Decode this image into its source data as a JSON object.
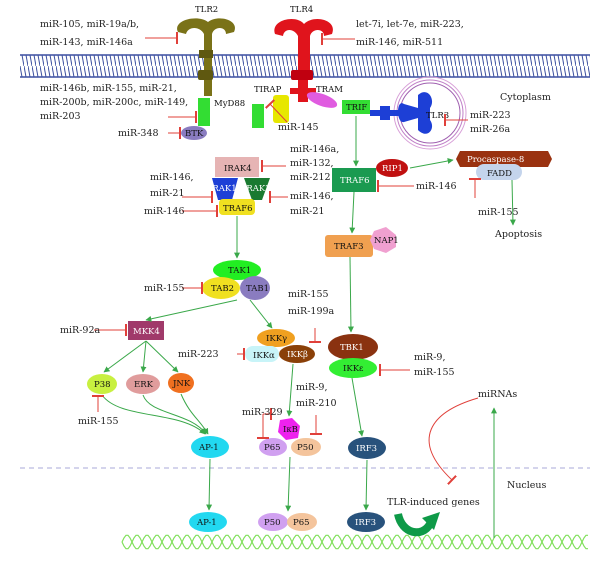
{
  "receptors": {
    "tlr2": "TLR2",
    "tlr4": "TLR4",
    "tlr3": "TLR3"
  },
  "regions": {
    "cytoplasm": "Cytoplasm",
    "nucleus": "Nucleus"
  },
  "mirna_labels": {
    "tlr2_line1": "miR-105, miR-19a/b,",
    "tlr2_line2": "miR-143, miR-146a",
    "tlr4_line1": "let-7i, let-7e, miR-223,",
    "tlr4_line2": "miR-146, miR-511",
    "left_line1": "miR-146b, miR-155, miR-21,",
    "left_line2": "miR-200b, miR-200c, miR-149,",
    "left_line3": "miR-203",
    "btk": "miR-348",
    "tirap_tram": "miR-145",
    "tlr3_line1": "miR-223",
    "tlr3_line2": "miR-26a",
    "irak_left_line1": "miR-146,",
    "irak_left_line2": "miR-21",
    "irak_right_line1": "miR-146a,",
    "irak_right_line2": "miR-132,",
    "irak_right_line3": "miR-212",
    "irak2_line1": "miR-146,",
    "irak2_line2": "miR-21",
    "traf6_left": "miR-146",
    "traf6_right": "miR-146",
    "fadd": "miR-155",
    "tab2": "miR-155",
    "ikkg_line1": "miR-155",
    "ikkg_line2": "miR-199a",
    "mkk4": "miR-92a",
    "ikka": "miR-223",
    "p38": "miR-155",
    "ikb_top_line1": "miR-9,",
    "ikb_top_line2": "miR-210",
    "ikb_left": "miR-329",
    "ikke_line1": "miR-9,",
    "ikke_line2": "miR-155",
    "mirnas": "miRNAs"
  },
  "nodes": {
    "myd88": "MyD88",
    "btk": "BTK",
    "tirap": "TIRAP",
    "tram": "TRAM",
    "trif": "TRIF",
    "rip1": "RIP1",
    "procaspase8": "Procaspase-8",
    "fadd": "FADD",
    "apoptosis": "Apoptosis",
    "irak4": "IRAK4",
    "irak1": "IRAK1",
    "irak2": "IRAK2",
    "traf6_left": "TRAF6",
    "traf6_right": "TRAF6",
    "traf3": "TRAF3",
    "nap1": "NAP1",
    "tak1": "TAK1",
    "tab2": "TAB2",
    "tab1": "TAB1",
    "mkk4": "MKK4",
    "ikkg": "IKKγ",
    "ikka": "IKKα",
    "ikkb": "IKKβ",
    "tbk1": "TBK1",
    "ikke": "IKKε",
    "p38": "P38",
    "erk": "ERK",
    "jnk": "JNK",
    "ikb": "IκB",
    "p65": "P65",
    "p50": "P50",
    "ap1": "AP-1",
    "irf3": "IRF3",
    "ap1_nuc": "AP-1",
    "p50_nuc": "P50",
    "p65_nuc": "P65",
    "irf3_nuc": "IRF3",
    "tlr_genes": "TLR-induced genes"
  },
  "colors": {
    "membrane": "#3b4fa0",
    "activation": "#3aa84a",
    "inhibition": "#e0403a",
    "tlr2": "#7a7218",
    "tlr4": "#e0141c",
    "tlr3": "#1d3fd6",
    "dna": "#7fe05a"
  }
}
